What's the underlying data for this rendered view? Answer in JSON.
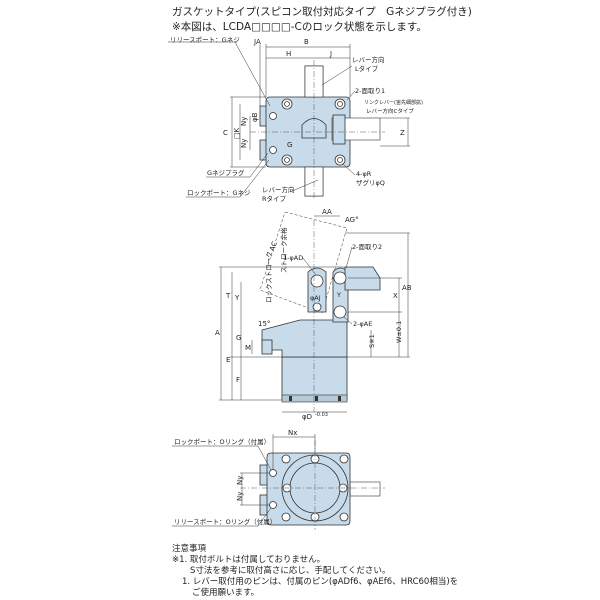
{
  "header": {
    "title": "ガスケットタイプ(スピコン取付対応タイプ　Gネジプラグ付き)",
    "subtitle": "※本図は、LCDA□□□□-Cのロック状態を示します。"
  },
  "top_view": {
    "release_port": "リリースポート：Gネジ",
    "lock_port": "ロックポート：Gネジ",
    "plug": "Gネジプラグ",
    "lever_l": [
      "レバー方向",
      "Lタイプ"
    ],
    "lever_r": [
      "レバー方向",
      "Rタイプ"
    ],
    "lever_c": [
      "リンクレバー(宙先細部拡)",
      "レバー方向Cタイプ"
    ],
    "chamfer": "2-面取り1",
    "holes": [
      "4-φR",
      "ザグリφQ"
    ],
    "dims": {
      "JA": "JA",
      "B": "B",
      "H": "H",
      "J": "J",
      "C": "C",
      "K": "□K",
      "Ny": "Ny",
      "PB": "φB",
      "Z": "Z",
      "G": "G"
    }
  },
  "side_view": {
    "dims": {
      "AA": "AA",
      "AG": "AG°",
      "AC": "AC",
      "AD": "1-φAD",
      "chamfer2": "2-面取り2",
      "AE": "2-φAE",
      "stroke": "ストローク余裕",
      "lock_stroke": "ロックストローク",
      "A": "A",
      "E": "E",
      "F": "F",
      "T": "T",
      "Y": "Y",
      "G": "G",
      "M": "M",
      "X": "X",
      "AB": "AB",
      "W": "W±0.1",
      "S": "S※1",
      "angle": "15°",
      "D": "φD",
      "D_tol": "-0.03",
      "AJ": "φAJ",
      "Yc": "Y"
    }
  },
  "bottom_view": {
    "lock_port": "ロックポート：Oリング（付属）",
    "release_port": "リリースポート：Oリング（付属）",
    "dims": {
      "Nx": "Nx",
      "Ny": "Ny"
    }
  },
  "notes": {
    "title": "注意事項",
    "lines": [
      "※1. 取付ボルトは付属しておりません。",
      "S寸法を参考に取付高さに応じ、手配してください。",
      "1. レバー取付用のピンは、付属のピン(φADf6、φAEf6、HRC60相当)を",
      "ご使用願います。"
    ]
  },
  "colors": {
    "body": "#c8dbea",
    "line": "#333333"
  }
}
